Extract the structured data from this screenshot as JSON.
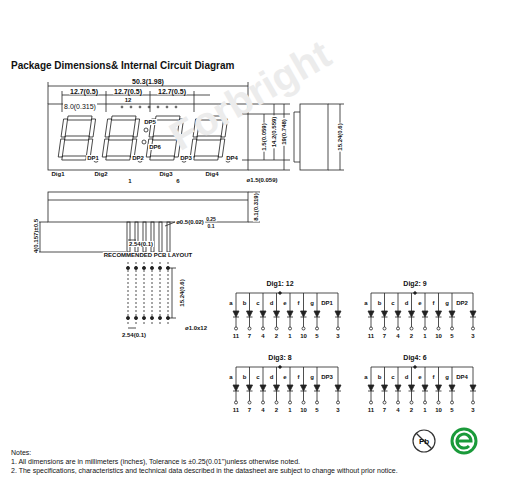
{
  "diagram": {
    "title": "Package Dimensions& Internal Circuit Diagram",
    "labels": [
      "Forbright",
      "50.3(1.98)",
      "12.7(0.5)",
      "12.7(0.5)",
      "12.7(0.5)",
      "12",
      "8.0(0.315)",
      "DP5",
      "DP6",
      "DP1",
      "DP2",
      "DP3",
      "DP4",
      "Dig1",
      "Dig2",
      "1",
      "Dig3",
      "6",
      "Dig4",
      "1.5(0.059)",
      "14.2(0.559)",
      "19(0.748)",
      "15.24(0.6)",
      "ø1.5(0.059)",
      "8.1(0.319)",
      "4(0.157)±0.5",
      "ø0.5(0.02)",
      "0.25",
      "0.1",
      "2.54(0.1)",
      "RECOMMENDED PCB LAYOUT",
      "15.24(0.6)",
      "2.54(0.1)",
      "ø1.0x12",
      "Dig1: 12",
      "a",
      "b",
      "c",
      "d",
      "e",
      "f",
      "g",
      "DP1",
      "11",
      "7",
      "4",
      "2",
      "1",
      "10",
      "5",
      "3",
      "Dig2: 9",
      "a",
      "b",
      "c",
      "d",
      "e",
      "f",
      "g",
      "DP2",
      "11",
      "7",
      "4",
      "2",
      "1",
      "10",
      "5",
      "3",
      "Dig3: 8",
      "a",
      "b",
      "c",
      "d",
      "e",
      "f",
      "g",
      "DP3",
      "11",
      "7",
      "4",
      "2",
      "1",
      "10",
      "5",
      "3",
      "Dig4: 6",
      "a",
      "b",
      "c",
      "d",
      "e",
      "f",
      "g",
      "DP4",
      "11",
      "7",
      "4",
      "2",
      "1",
      "10",
      "5",
      "3",
      "Notes:",
      "1. All dimensions are in millimeters (inches), Tolerance is ±0.25(0.01\")unless otherwise noted.",
      "2. The specifications, characteristics and technical data described in the datasheet are subject to change without prior notice.",
      "Pb"
    ]
  }
}
